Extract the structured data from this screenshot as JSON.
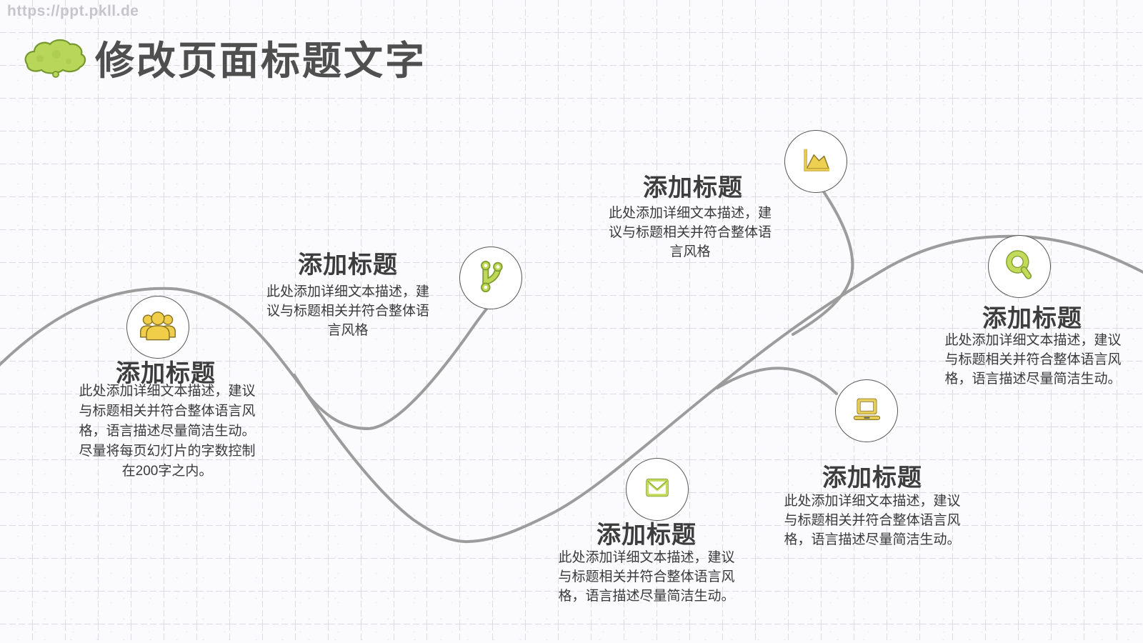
{
  "watermark": "https://ppt.pkll.de",
  "header": {
    "title": "修改页面标题文字",
    "icon": "cloud-icon"
  },
  "nodes": [
    {
      "icon": "people-icon",
      "title": "添加标题",
      "body": "此处添加详细文本描述，建议与标题相关并符合整体语言风格，语言描述尽量简洁生动。尽量将每页幻灯片的字数控制在200字之内。"
    },
    {
      "icon": "git-branch-icon",
      "title": "添加标题",
      "body": "此处添加详细文本描述，建议与标题相关并符合整体语言风格"
    },
    {
      "icon": "area-chart-icon",
      "title": "添加标题",
      "body": "此处添加详细文本描述，建议与标题相关并符合整体语言风格"
    },
    {
      "icon": "search-icon",
      "title": "添加标题",
      "body": "此处添加详细文本描述，建议与标题相关并符合整体语言风格，语言描述尽量简洁生动。"
    },
    {
      "icon": "laptop-icon",
      "title": "添加标题",
      "body": "此处添加详细文本描述，建议与标题相关并符合整体语言风格，语言描述尽量简洁生动。"
    },
    {
      "icon": "envelope-icon",
      "title": "添加标题",
      "body": "此处添加详细文本描述，建议与标题相关并符合整体语言风格，语言描述尽量简洁生动。"
    }
  ],
  "colors": {
    "accent_green": "#b7d65a",
    "accent_green_dark": "#7e9e31",
    "accent_yellow": "#edd052",
    "accent_yellow_dark": "#8a7526",
    "curve_gray": "#9c9c9c",
    "title_gray": "#4f4f4f",
    "text_dark": "#3a3a3a",
    "watermark_gray": "#c6c6ca",
    "background": "#fbfbfd"
  }
}
